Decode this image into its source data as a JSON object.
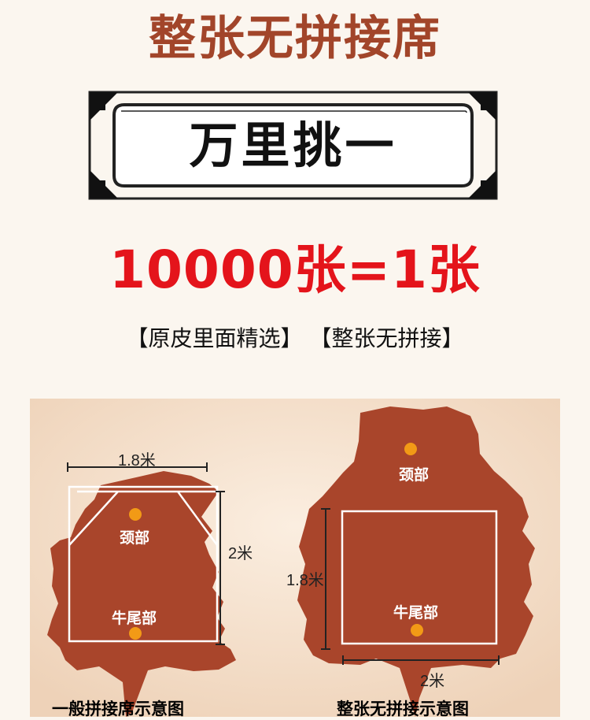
{
  "header": {
    "title": "整张无拼接席",
    "framed_text": "万里挑一",
    "slogan": "10000张=1张",
    "tags": "【原皮里面精选】 【整张无拼接】"
  },
  "left_diagram": {
    "width_label": "1.8米",
    "height_label": "2米",
    "neck_label": "颈部",
    "tail_label": "牛尾部",
    "caption": "一般拼接席示意图"
  },
  "right_diagram": {
    "neck_label": "颈部",
    "tail_label": "牛尾部",
    "height_label": "1.8米",
    "width_label": "2米",
    "caption": "整张无拼接示意图"
  },
  "colors": {
    "title": "#a2452a",
    "slogan": "#e4141b",
    "hide": "#a9452b",
    "dot": "#f29a16",
    "panel": "#f6e0cc"
  }
}
